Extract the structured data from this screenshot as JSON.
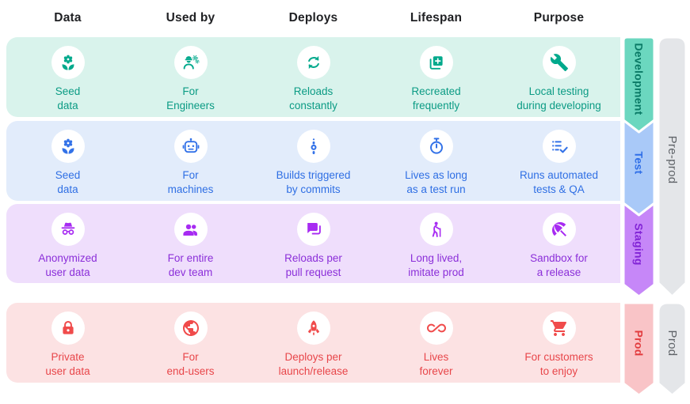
{
  "columns": [
    "Data",
    "Used by",
    "Deploys",
    "Lifespan",
    "Purpose"
  ],
  "rows": [
    {
      "name": "Development",
      "colors": {
        "bg": "#d9f3ec",
        "icon": "#00a98c",
        "text": "#0b9b84",
        "ribbon": "#6bd7bf",
        "ribbon_text": "#0a7a66"
      },
      "cells": [
        {
          "icon": "seedling-icon",
          "label": "Seed\ndata"
        },
        {
          "icon": "engineer-icon",
          "label": "For\nEngineers"
        },
        {
          "icon": "sync-icon",
          "label": "Reloads\nconstantly"
        },
        {
          "icon": "library-add-icon",
          "label": "Recreated\nfrequently"
        },
        {
          "icon": "wrench-icon",
          "label": "Local testing\nduring developing"
        }
      ]
    },
    {
      "name": "Test",
      "colors": {
        "bg": "#e2ecfb",
        "icon": "#3372e8",
        "text": "#2f6fe4",
        "ribbon": "#a9c9f8",
        "ribbon_text": "#2f6fe8"
      },
      "cells": [
        {
          "icon": "seedling-icon",
          "label": "Seed\ndata"
        },
        {
          "icon": "robot-icon",
          "label": "For\nmachines"
        },
        {
          "icon": "commit-icon",
          "label": "Builds triggered\nby commits"
        },
        {
          "icon": "timer-icon",
          "label": "Lives as long\nas a test run"
        },
        {
          "icon": "checklist-icon",
          "label": "Runs automated\ntests & QA"
        }
      ]
    },
    {
      "name": "Staging",
      "colors": {
        "bg": "#efdefc",
        "icon": "#a72bf2",
        "text": "#8b2fd9",
        "ribbon": "#c687f8",
        "ribbon_text": "#8224d6"
      },
      "cells": [
        {
          "icon": "incognito-icon",
          "label": "Anonymized\nuser data"
        },
        {
          "icon": "group-icon",
          "label": "For entire\ndev team"
        },
        {
          "icon": "forum-icon",
          "label": "Reloads per\npull request"
        },
        {
          "icon": "elderly-icon",
          "label": "Long lived,\nimitate prod"
        },
        {
          "icon": "umbrella-icon",
          "label": "Sandbox for\na release"
        }
      ]
    },
    {
      "name": "Prod",
      "colors": {
        "bg": "#fce2e3",
        "icon": "#f04b4b",
        "text": "#e8464a",
        "ribbon": "#f9c4c7",
        "ribbon_text": "#e23b3e"
      },
      "cells": [
        {
          "icon": "lock-icon",
          "label": "Private\nuser data"
        },
        {
          "icon": "globe-icon",
          "label": "For\nend-users"
        },
        {
          "icon": "rocket-icon",
          "label": "Deploys per\nlaunch/release"
        },
        {
          "icon": "infinity-icon",
          "label": "Lives\nforever"
        },
        {
          "icon": "cart-icon",
          "label": "For customers\nto enjoy"
        }
      ]
    }
  ],
  "stage_groups": [
    {
      "label": "Pre-prod",
      "colors": {
        "bg": "#e4e6e9",
        "text": "#5f6368"
      }
    },
    {
      "label": "Prod",
      "colors": {
        "bg": "#e4e6e9",
        "text": "#5f6368"
      }
    }
  ]
}
